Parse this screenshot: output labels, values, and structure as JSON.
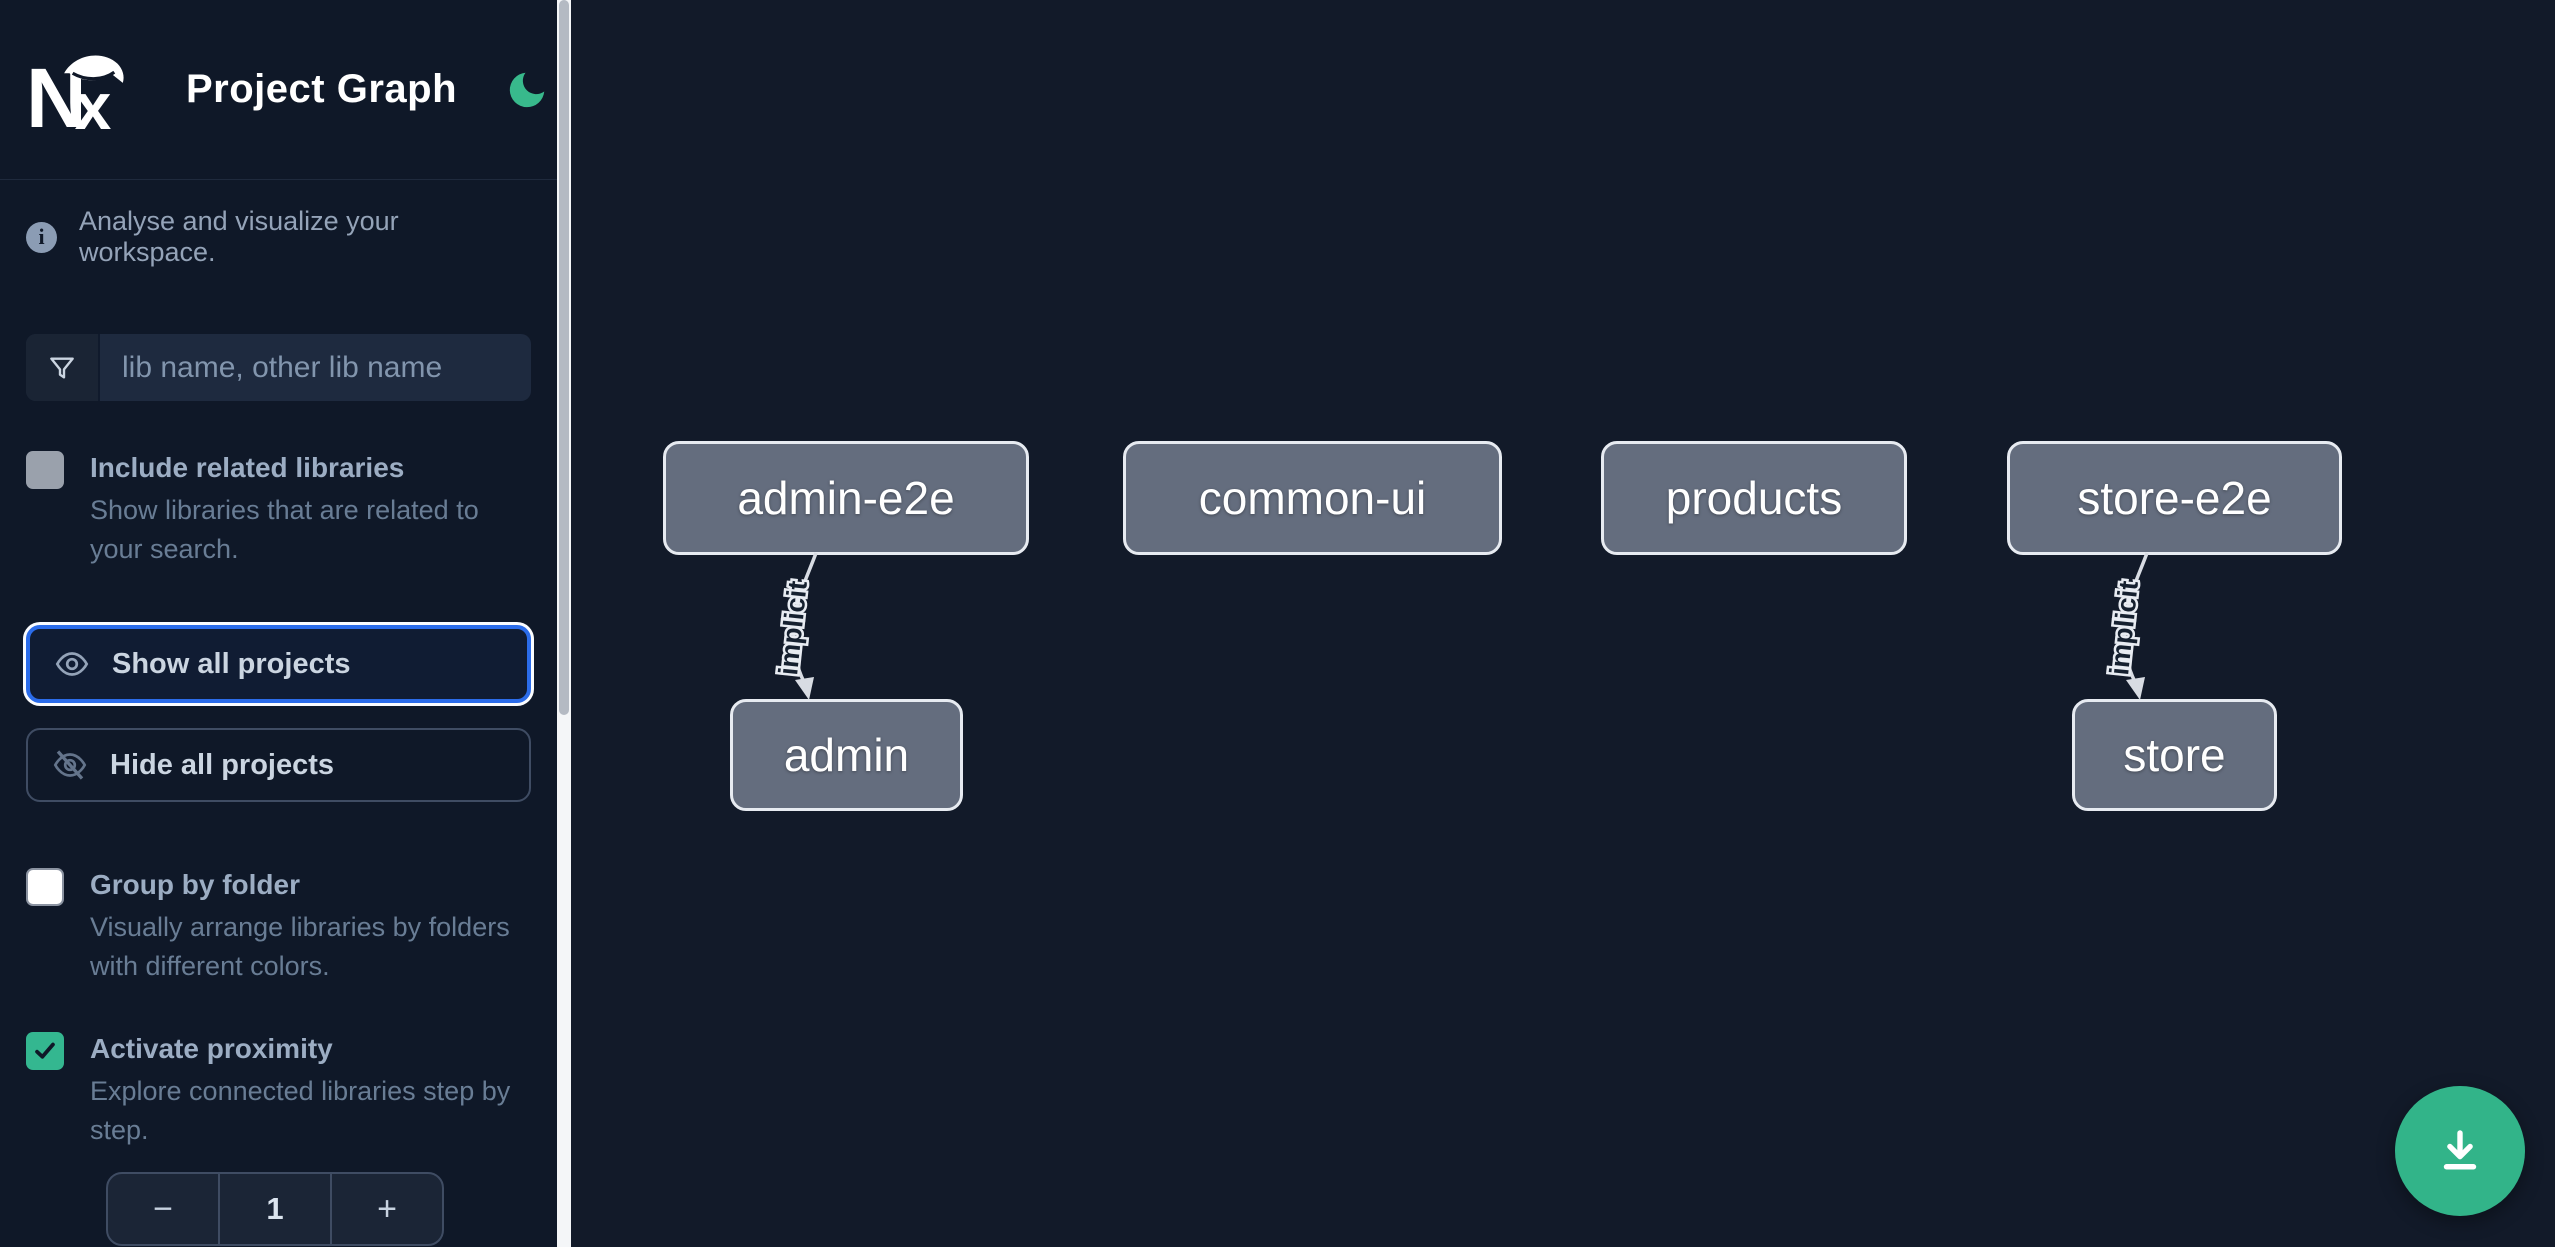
{
  "header": {
    "title": "Project Graph"
  },
  "sidebar": {
    "info_text": "Analyse and visualize your workspace.",
    "search": {
      "placeholder": "lib name, other lib name",
      "value": ""
    },
    "include_related": {
      "label": "Include related libraries",
      "description": "Show libraries that are related to your search.",
      "checked": false
    },
    "show_all": {
      "label": "Show all projects",
      "focused": true
    },
    "hide_all": {
      "label": "Hide all projects"
    },
    "group_by_folder": {
      "label": "Group by folder",
      "description": "Visually arrange libraries by folders with different colors.",
      "checked": false
    },
    "activate_proximity": {
      "label": "Activate proximity",
      "description": "Explore connected libraries step by step.",
      "checked": true
    },
    "stepper": {
      "decrement": "−",
      "value": "1",
      "increment": "+"
    }
  },
  "graph": {
    "nodes": [
      {
        "label": "admin-e2e"
      },
      {
        "label": "common-ui"
      },
      {
        "label": "products"
      },
      {
        "label": "store-e2e"
      },
      {
        "label": "admin"
      },
      {
        "label": "store"
      }
    ],
    "edges": [
      {
        "source": "admin-e2e",
        "target": "admin",
        "label": "implicit"
      },
      {
        "source": "store-e2e",
        "target": "store",
        "label": "implicit"
      }
    ]
  },
  "icons": {
    "logo": "nx-logo",
    "theme": "moon-icon",
    "info": "info-icon",
    "search": "funnel-icon",
    "show": "eye-icon",
    "hide": "eye-off-icon",
    "download": "download-icon",
    "check": "check-icon"
  },
  "colors": {
    "accent_green": "#34b790",
    "focus_blue": "#2b6cea",
    "node_fill": "#646d7e",
    "node_border": "#e7ebf1",
    "edge": "#d8dce3",
    "sidebar_bg": "#0f1828",
    "canvas_bg": "#121a29"
  }
}
